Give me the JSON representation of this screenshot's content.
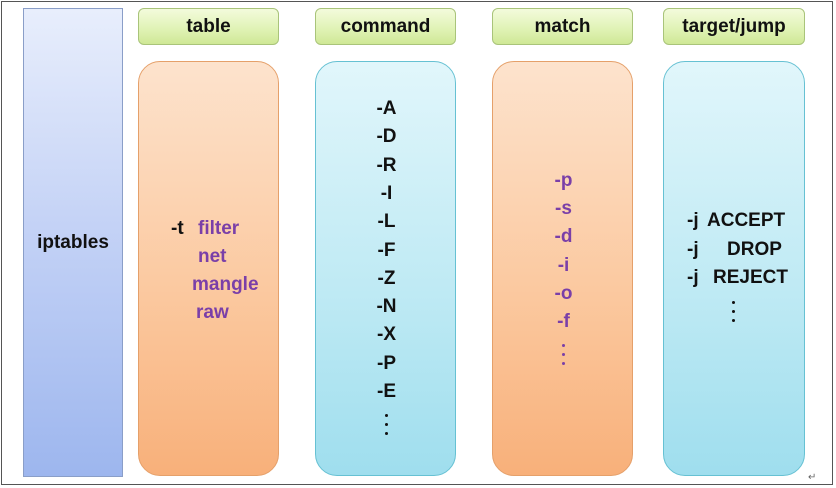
{
  "main_label": "iptables",
  "headers": {
    "table": "table",
    "command": "command",
    "match": "match",
    "target": "target/jump"
  },
  "table_col": {
    "flag": "-t",
    "values": [
      "filter",
      "net",
      "mangle",
      "raw"
    ]
  },
  "command_col": {
    "items": [
      "-A",
      "-D",
      "-R",
      "-I",
      "-L",
      "-F",
      "-Z",
      "-N",
      "-X",
      "-P",
      "-E"
    ]
  },
  "match_col": {
    "items": [
      "-p",
      "-s",
      "-d",
      "-i",
      "-o",
      "-f"
    ]
  },
  "target_col": {
    "rows": [
      {
        "flag": "-j",
        "value": "ACCEPT"
      },
      {
        "flag": "-j",
        "value": "DROP"
      },
      {
        "flag": "-j",
        "value": "REJECT"
      }
    ]
  },
  "colors": {
    "header_green": "#dff2b3",
    "orange_col": "#fbc9a0",
    "cyan_col": "#bfeaf4",
    "left_blue": "#c5d3f6",
    "purple_text": "#7a3fa8"
  }
}
